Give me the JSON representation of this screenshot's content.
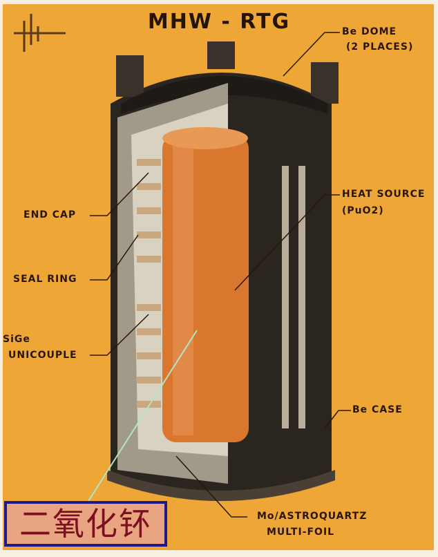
{
  "title": "MHW - RTG",
  "labels": {
    "be_dome": "Be DOME",
    "be_dome_sub": "(2 PLACES)",
    "heat_source": "HEAT SOURCE",
    "heat_source_sub": "(PuO2)",
    "end_cap": "END CAP",
    "seal_ring": "SEAL RING",
    "sige": "SiGe",
    "unicouple": "UNICOUPLE",
    "be_case": "Be CASE",
    "multifoil": "Mo/ASTROQUARTZ",
    "multifoil_sub": "MULTI-FOIL"
  },
  "annotation": "二氧化钚",
  "colors": {
    "background": "#eea637",
    "casing": "#2b2520",
    "fuel": "#d9772f",
    "annotation_border": "#1f1a8c"
  }
}
